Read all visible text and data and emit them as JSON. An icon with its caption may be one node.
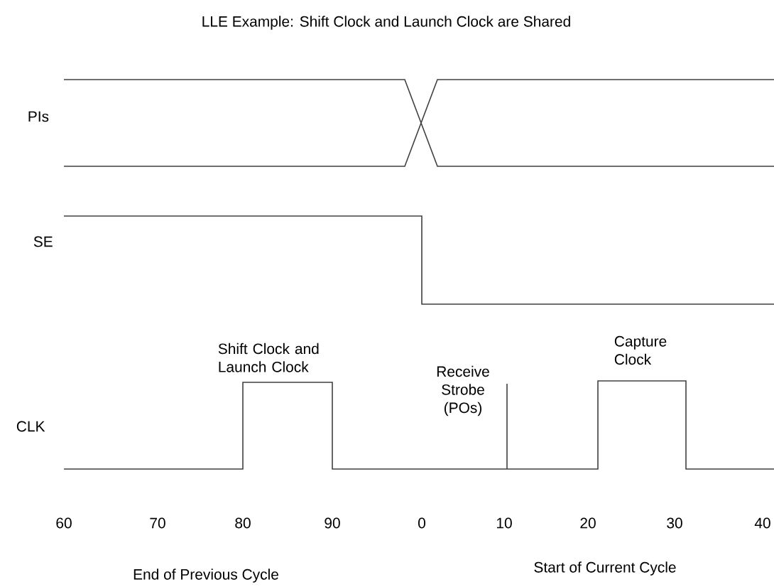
{
  "diagram": {
    "title": "LLE Example: Shift Clock and Launch Clock are Shared",
    "labels": [
      "PIs",
      "SE",
      "Shift Clock and Launch Clock",
      "Receive Strobe (POs)",
      "Capture Clock",
      "CLK",
      "60",
      "70",
      "80",
      "90",
      "0",
      "10",
      "20",
      "30",
      "40",
      "End of Previous Cycle",
      "Start of Current Cycle"
    ]
  }
}
